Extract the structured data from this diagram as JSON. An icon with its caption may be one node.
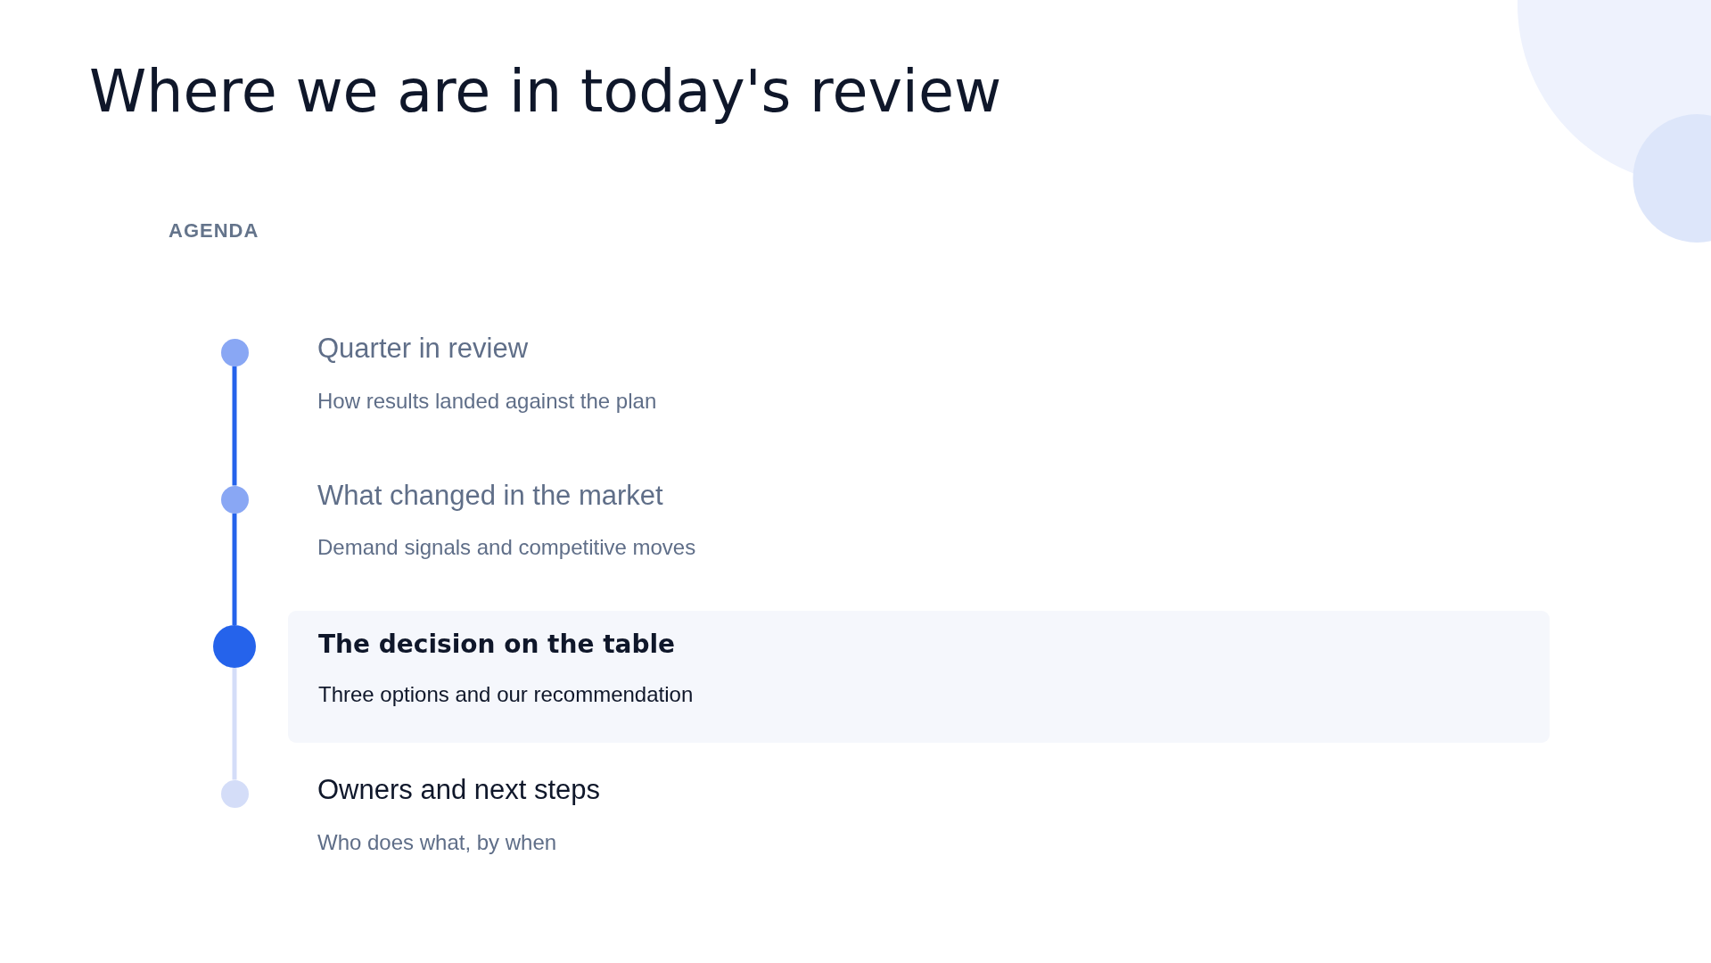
{
  "diagram": {
    "title": "Where we are in today's review",
    "nodes": [
      {
        "text": [],
        "shape": "circle",
        "beside": [
          "Quarter in review",
          "How results landed against the plan"
        ]
      },
      {
        "text": [],
        "shape": "circle",
        "beside": [
          "What changed in the market",
          "Demand signals and competitive moves"
        ]
      },
      {
        "text": [],
        "shape": "circle"
      },
      {
        "text": [
          "The decision on the table",
          "Three options and our recommendation"
        ]
      },
      {
        "text": [],
        "shape": "circle",
        "beside": [
          "Owners and next steps",
          "Who does what, by when"
        ]
      }
    ],
    "edges": [
      {
        "from": 0,
        "to": 1,
        "arrow": "none"
      },
      {
        "from": 1,
        "to": 2,
        "arrow": "none"
      },
      {
        "from": 2,
        "to": 4,
        "arrow": "none",
        "color": "#d4ddf8"
      }
    ],
    "labels": [
      "AGENDA"
    ]
  }
}
